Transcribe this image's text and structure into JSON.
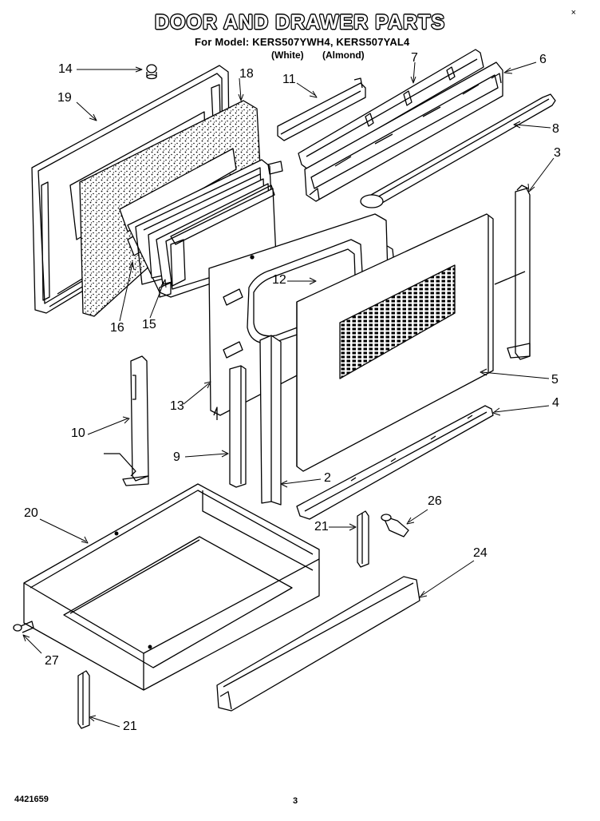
{
  "title": "DOOR AND DRAWER PARTS",
  "subtitle": "For Model: KERS507YWH4, KERS507YAL4",
  "variants": [
    "(White)",
    "(Almond)"
  ],
  "corner_mark": "×",
  "callouts": [
    "14",
    "18",
    "19",
    "11",
    "7",
    "6",
    "8",
    "3",
    "16",
    "15",
    "12",
    "5",
    "4",
    "13",
    "10",
    "9",
    "2",
    "20",
    "26",
    "21",
    "24",
    "27",
    "21"
  ],
  "footer": {
    "doc_number": "4421659",
    "page_number": "3"
  }
}
